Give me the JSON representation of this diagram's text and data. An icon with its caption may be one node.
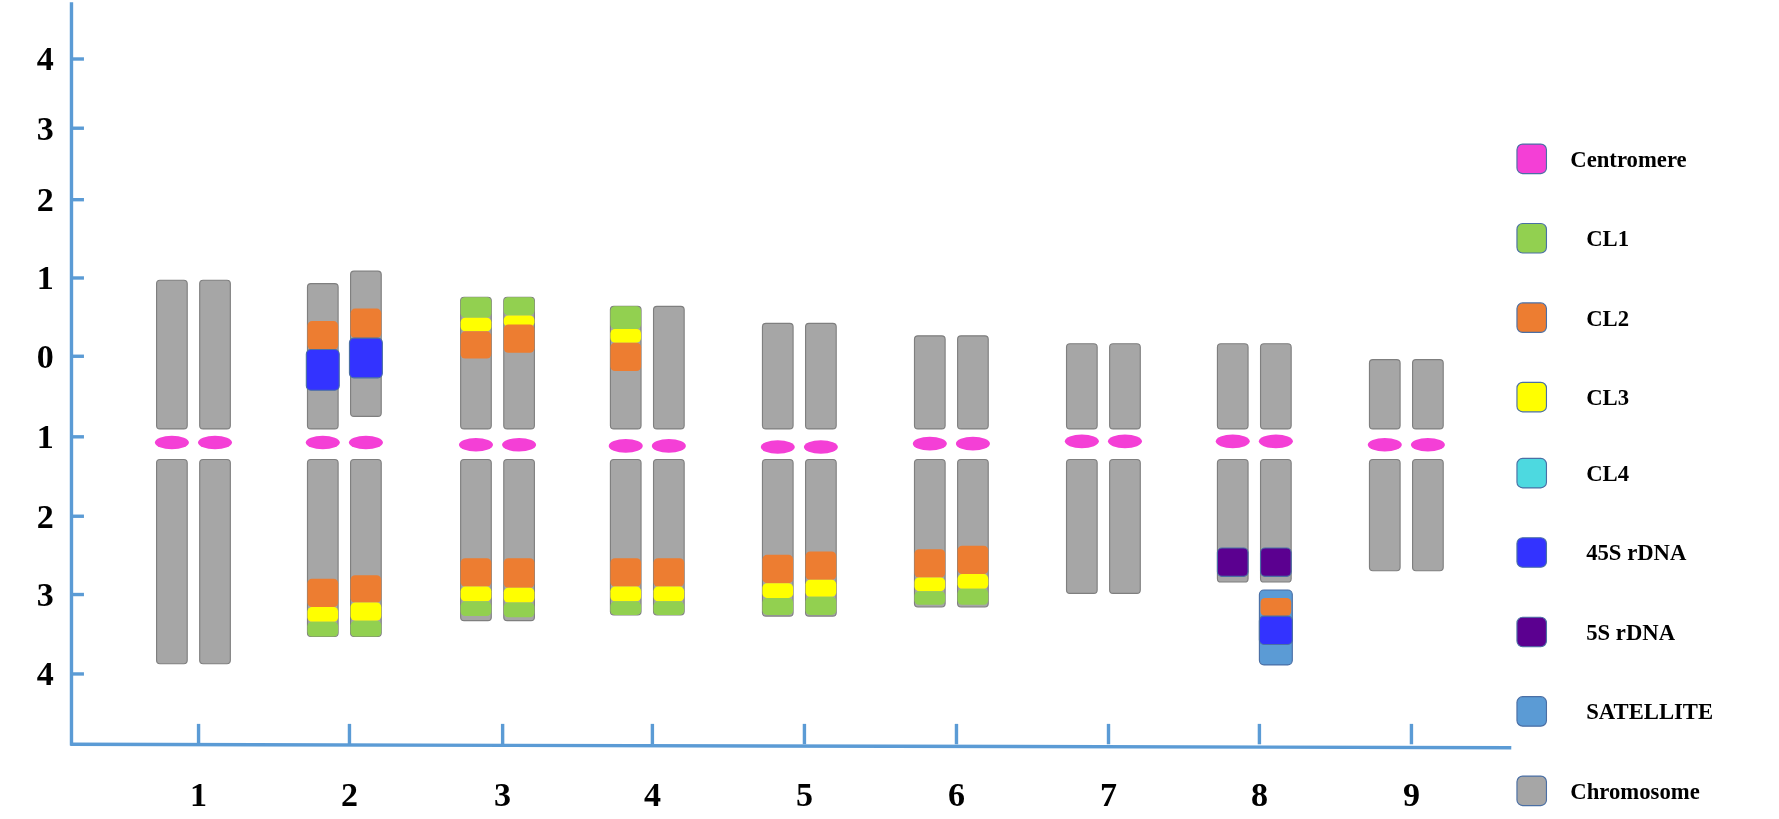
{
  "diagram": {
    "labels": [
      "4",
      "3",
      "2",
      "1",
      "0",
      "1",
      "2",
      "3",
      "4",
      "1",
      "2",
      "3",
      "4",
      "5",
      "6",
      "7",
      "8",
      "9"
    ],
    "legend": [
      {
        "text": "Centromere",
        "color": "#f43fd6"
      },
      {
        "text": "CL1",
        "color": "#92d050"
      },
      {
        "text": "CL2",
        "color": "#ed7d31"
      },
      {
        "text": "CL3",
        "color": "#ffff00"
      },
      {
        "text": "CL4",
        "color": "#4dd9e0"
      },
      {
        "text": "45S rDNA",
        "color": "#3333ff"
      },
      {
        "text": "5S rDNA",
        "color": "#5b0090"
      },
      {
        "text": "SATELLITE",
        "color": "#5b9bd5"
      },
      {
        "text": "Chromosome",
        "color": "#a6a6a6"
      }
    ]
  }
}
